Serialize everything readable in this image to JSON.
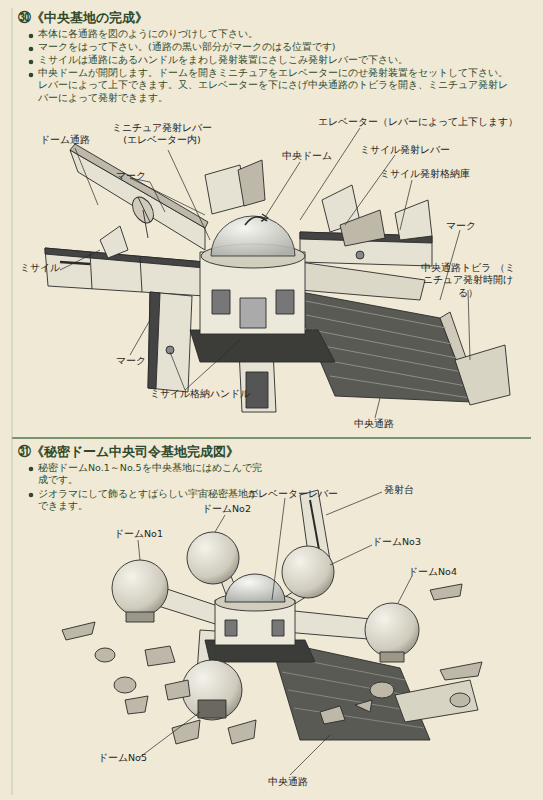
{
  "diagram": {
    "labels": [
      "㉚《中央基地の完成》",
      "本体に各通路を図のようにのりづけして下さい。",
      "マークをはって下さい。(通路の黒い部分がマークのはる位置です)",
      "ミサイルは通路にあるハンドルをまわし発射装置にさしこみ発射レバーで下さい。",
      "中央ドームが開閉します。ドームを開きミニチュアをエレベーターにのせ発射装置をセットして下さい。レバーによって上下できます。又、エレベーターを下にさげ中央通路のトビラを開き、ミニチュア発射レバーによって発射できます。",
      "ドーム通路",
      "ミニチュア発射レバー (エレベーター内)",
      "マーク",
      "中央ドーム",
      "エレベーター（レバーによって上下します）",
      "ミサイル発射レバー",
      "ミサイル発射格納庫",
      "マーク",
      "中央通路トビラ （ミニチュア発射時開ける）",
      "ミサイル",
      "マーク",
      "ミサイル格納ハンドル",
      "中央通路",
      "㉛《秘密ドーム中央司令基地完成図》",
      "秘密ドームNo.1～No.5を中央基地にはめこんで完成です。",
      "ジオラマにして飾るとすばらしい宇宙秘密基地ができます。",
      "エレベーターレバー",
      "発射台",
      "ドームNo2",
      "ドームNo1",
      "ドームNo3",
      "ドームNo4",
      "ドームNo5",
      "中央通路"
    ]
  }
}
